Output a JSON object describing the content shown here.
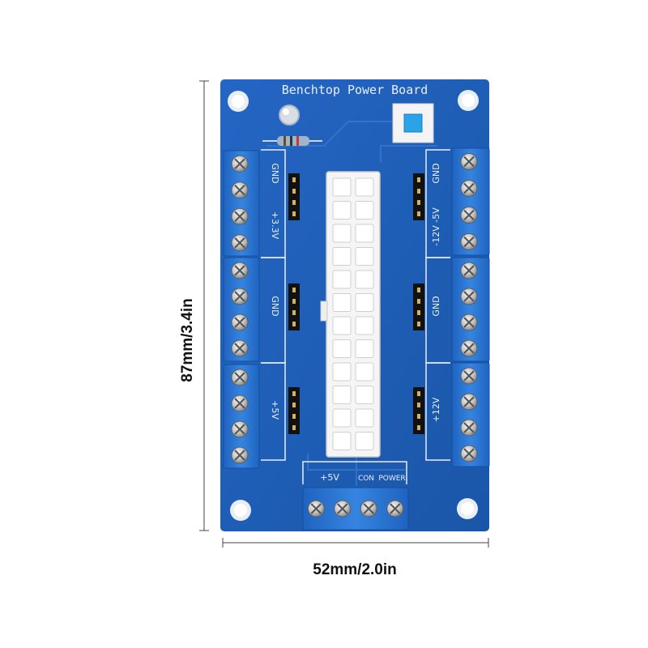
{
  "board": {
    "title": "Benchtop Power Board",
    "left_labels": [
      "GND",
      "+3.3V",
      "GND",
      "+5V"
    ],
    "right_labels": [
      "GND",
      "-12V -5V",
      "GND",
      "+12V"
    ],
    "bottom_labels": [
      "+5V",
      "CON",
      "POWER"
    ]
  },
  "dimensions": {
    "height": "87mm/3.4in",
    "width": "52mm/2.0in"
  },
  "colors": {
    "pcb": "#1f5fb8",
    "terminal": "#2d78d6",
    "connector": "#f3f3f3",
    "button_cap": "#2aa3e8",
    "silkscreen": "#e8eef8"
  }
}
